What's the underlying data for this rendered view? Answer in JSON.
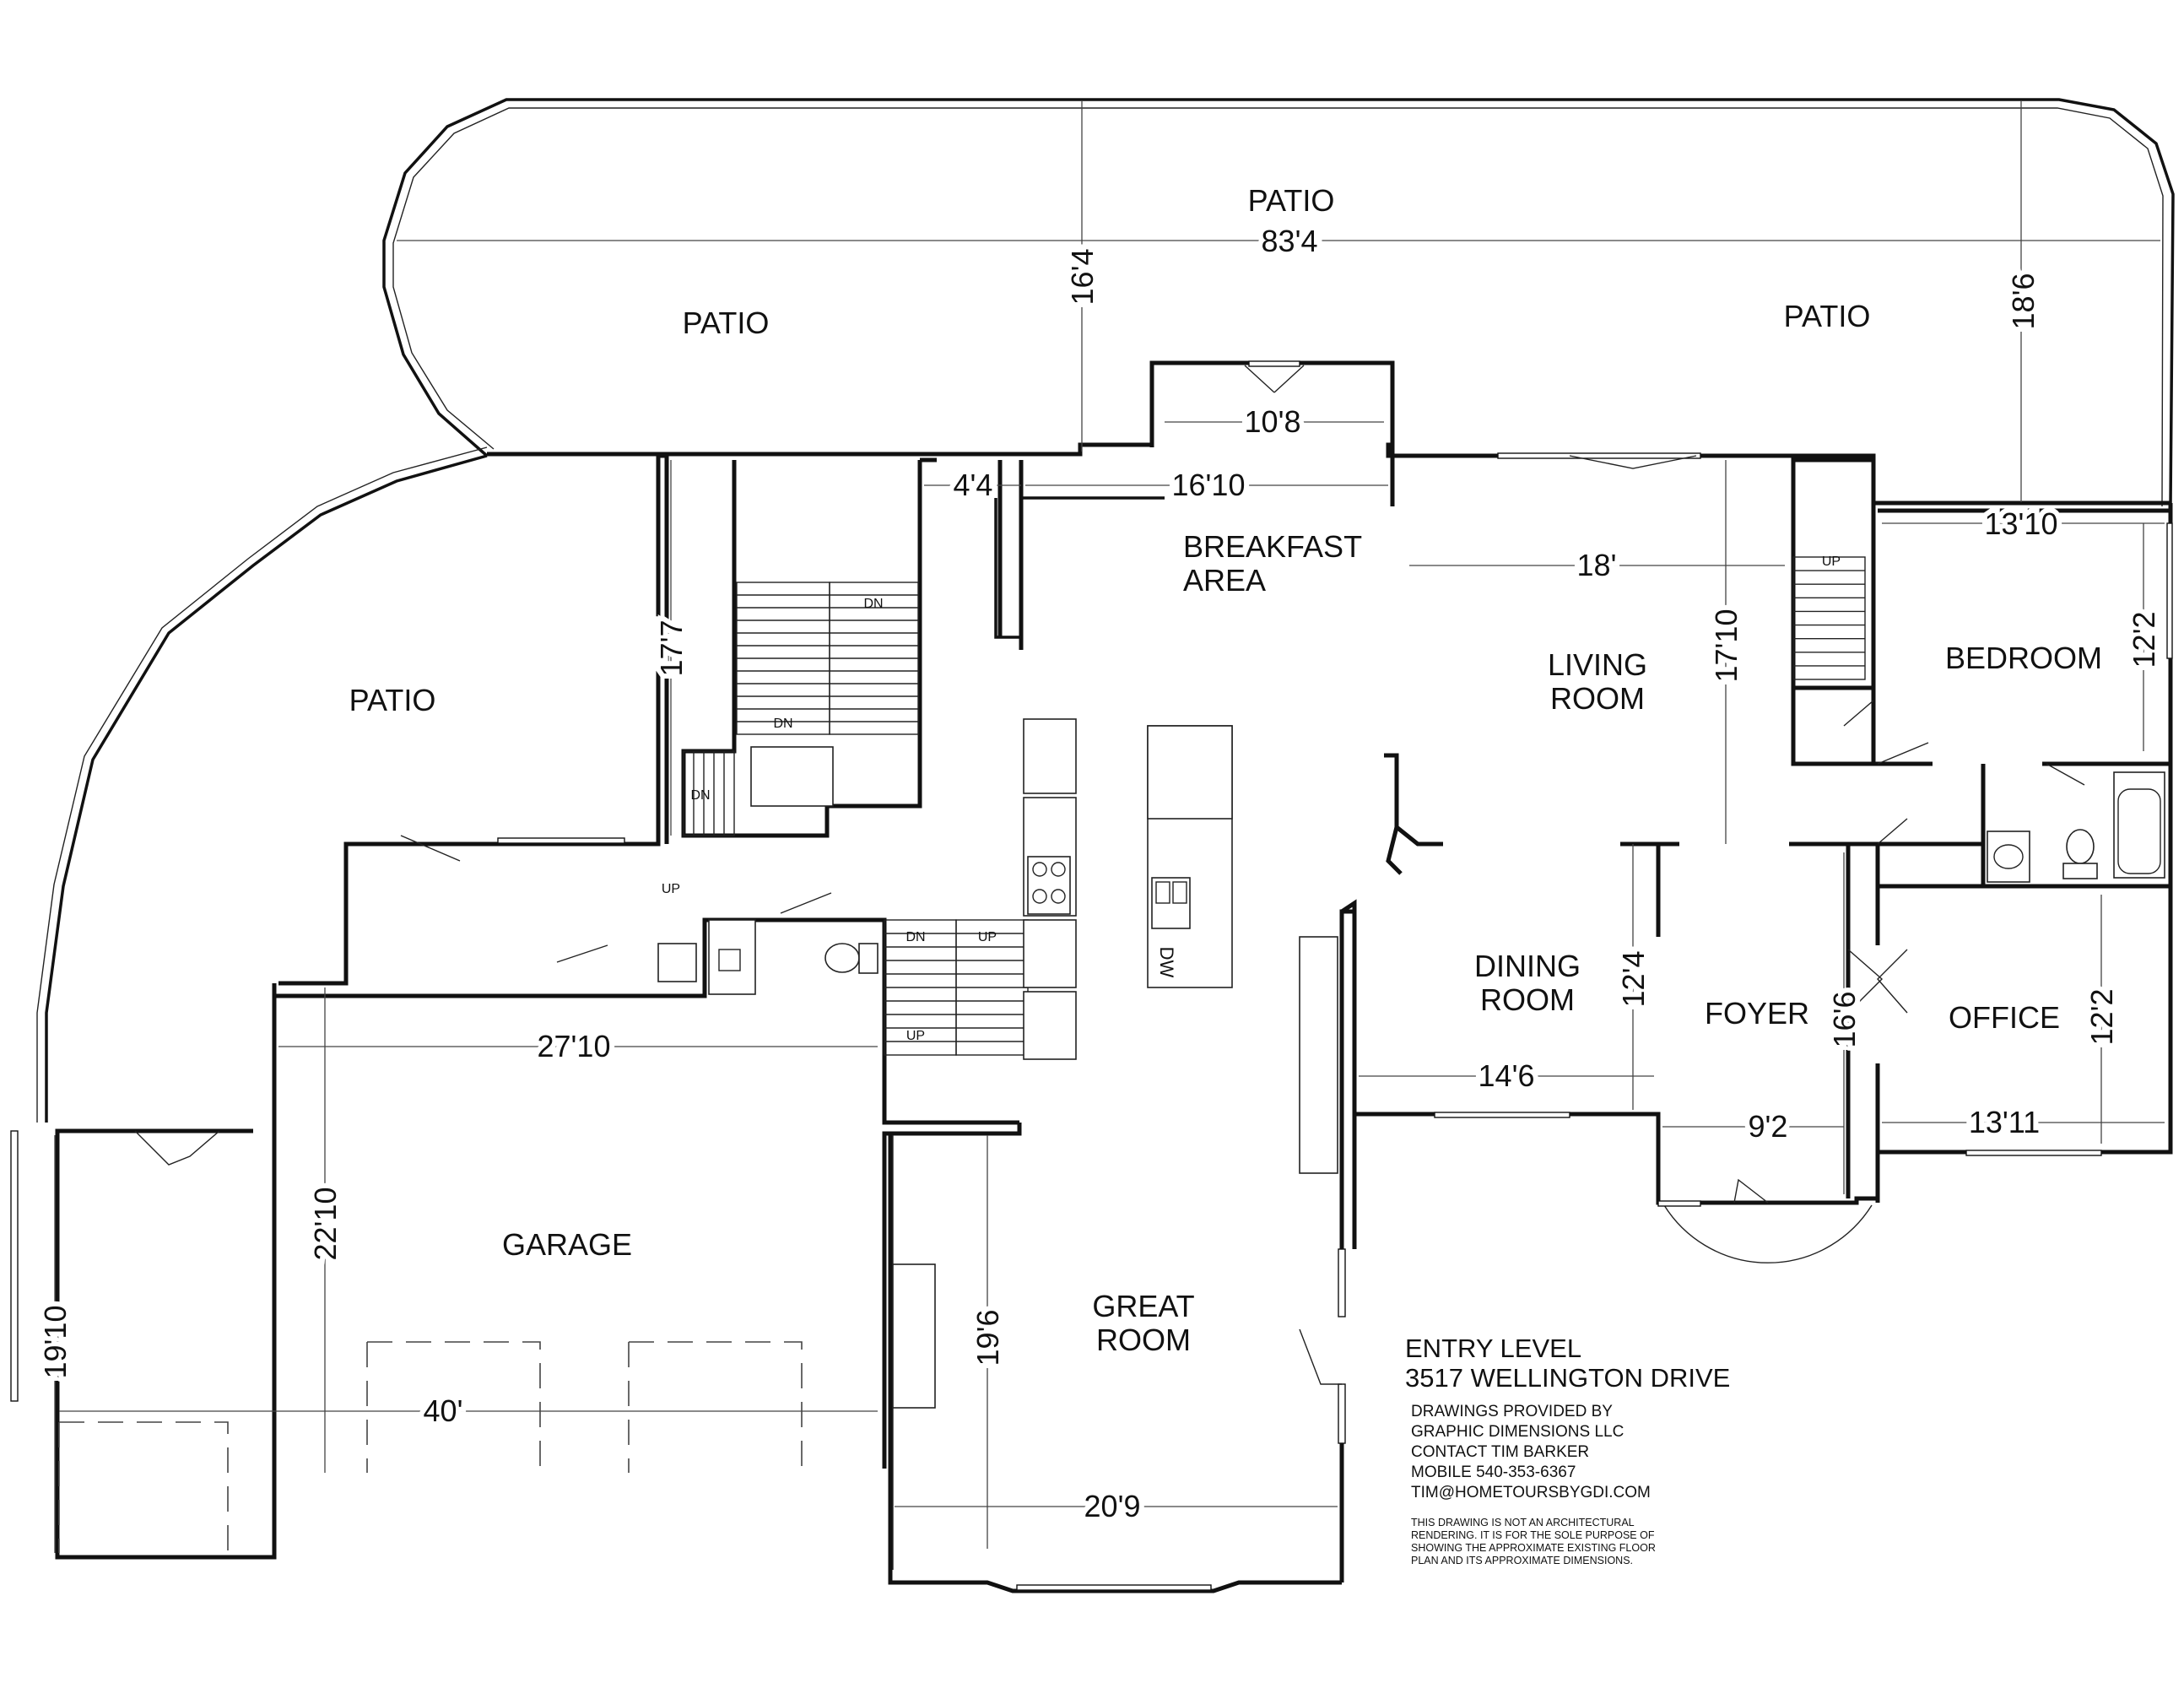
{
  "title": {
    "line1": "ENTRY LEVEL",
    "line2": "3517 WELLINGTON DRIVE"
  },
  "credits": [
    "DRAWINGS PROVIDED BY",
    "GRAPHIC DIMENSIONS LLC",
    "CONTACT TIM BARKER",
    "MOBILE 540-353-6367",
    "TIM@HOMETOURSBYGDI.COM"
  ],
  "disclaimer": [
    "THIS DRAWING IS NOT AN ARCHITECTURAL",
    "RENDERING.  IT IS FOR THE SOLE PURPOSE OF",
    "SHOWING THE APPROXIMATE EXISTING FLOOR",
    "PLAN AND ITS APPROXIMATE DIMENSIONS."
  ],
  "rooms": {
    "patio_top": "PATIO",
    "patio_upper_left": "PATIO",
    "patio_upper_right": "PATIO",
    "patio_left": "PATIO",
    "breakfast": [
      "BREAKFAST",
      "AREA"
    ],
    "living": [
      "LIVING",
      "ROOM"
    ],
    "bedroom": "BEDROOM",
    "dining": [
      "DINING",
      "ROOM"
    ],
    "foyer": "FOYER",
    "office": "OFFICE",
    "garage": "GARAGE",
    "great": [
      "GREAT",
      "ROOM"
    ]
  },
  "dimensions": {
    "patio_width": "83'4",
    "patio_depth_left": "16'4",
    "patio_depth_right": "18'6",
    "bay": "10'8",
    "nook": "4'4",
    "breakfast_width": "16'10",
    "living_width": "18'",
    "living_depth": "17'10",
    "bedroom_width": "13'10",
    "bedroom_depth": "12'2",
    "patio_left_depth": "17'7",
    "dining_depth": "12'4",
    "dining_width": "14'6",
    "foyer_depth": "16'6",
    "foyer_width": "9'2",
    "office_depth": "12'2",
    "office_width": "13'11",
    "garage_width": "27'10",
    "garage_depth": "22'10",
    "garage_side": "19'10",
    "garage_full": "40'",
    "great_depth": "19'6",
    "great_width": "20'9"
  },
  "labels": {
    "stair_dn_1": "DN",
    "stair_dn_2": "DN",
    "stair_dn_3": "DN",
    "stair_up_1": "UP",
    "stair_dn_4": "DN",
    "stair_up_2": "UP",
    "stair_up_3": "UP",
    "stair_up_bed": "UP",
    "dishwasher": "DW"
  }
}
